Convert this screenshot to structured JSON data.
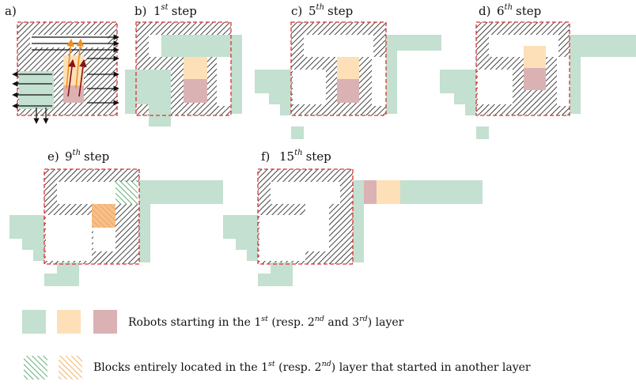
{
  "panels": [
    {
      "letter": "a)",
      "ordinal": "",
      "sup": "",
      "word": ""
    },
    {
      "letter": "b)",
      "ordinal": "1",
      "sup": "st",
      "word": "step"
    },
    {
      "letter": "c)",
      "ordinal": "5",
      "sup": "th",
      "word": "step"
    },
    {
      "letter": "d)",
      "ordinal": "6",
      "sup": "th",
      "word": "step"
    },
    {
      "letter": "e)",
      "ordinal": "9",
      "sup": "th",
      "word": "step"
    },
    {
      "letter": "f)",
      "ordinal": "15",
      "sup": "th",
      "word": "step"
    }
  ],
  "legend": {
    "robots": {
      "t1": "Robots starting in the 1",
      "s1": "st",
      "t2": " (resp. 2",
      "s2": "nd",
      "t3": " and 3",
      "s3": "rd",
      "t4": ") layer"
    },
    "blocks": {
      "t1": "Blocks entirely located in the 1",
      "s1": "st",
      "t2": " (resp. 2",
      "s2": "nd",
      "t3": ") layer that started in another layer"
    }
  },
  "colors": {
    "layer1": "#c3e0d0",
    "layer2": "#fde0b8",
    "layer3": "#dbb2b4",
    "hatch_layer1": "#3f9a55",
    "hatch_layer2": "#f0a040",
    "border": "#e03030",
    "wall_hatch": "#222222",
    "arrow_black": "#111111",
    "arrow_orange": "#f09020",
    "arrow_darkred": "#8b1010"
  }
}
